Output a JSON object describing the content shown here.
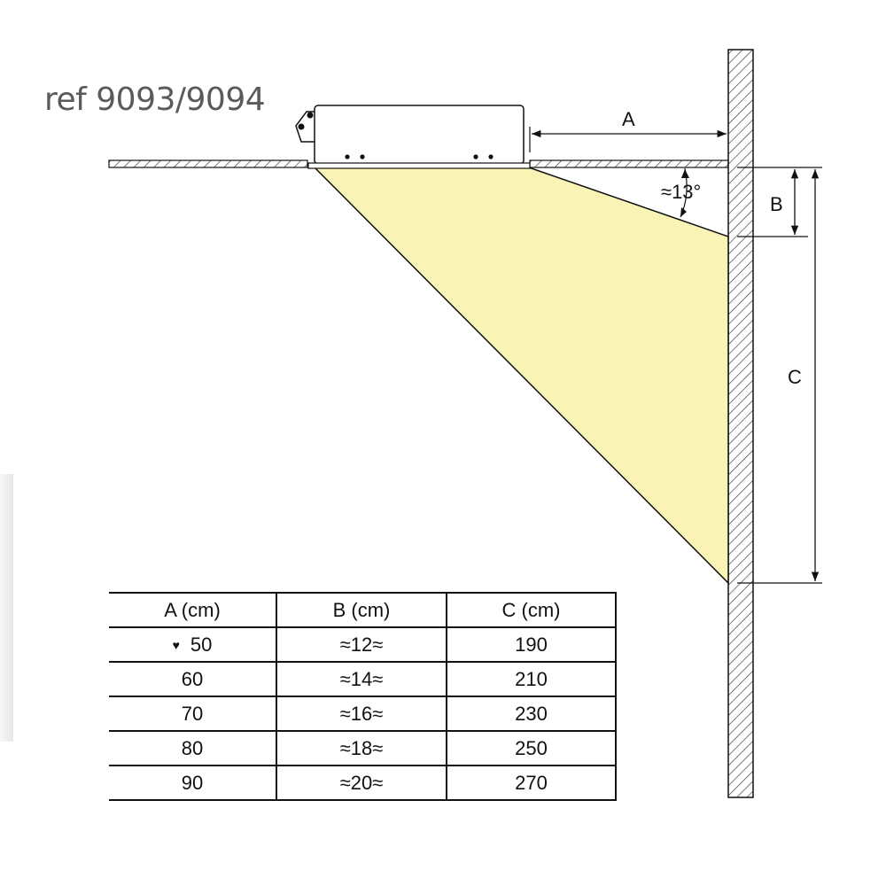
{
  "title": "ref 9093/9094",
  "dimensions": {
    "a": "A",
    "b": "B",
    "c": "C",
    "angle": "≈13°"
  },
  "colors": {
    "beam": "#f9f4b6",
    "line": "#111111"
  },
  "table": {
    "headers": [
      "A (cm)",
      "B (cm)",
      "C (cm)"
    ],
    "marker": "♥",
    "rows": [
      [
        "50",
        "≈12≈",
        "190"
      ],
      [
        "60",
        "≈14≈",
        "210"
      ],
      [
        "70",
        "≈16≈",
        "230"
      ],
      [
        "80",
        "≈18≈",
        "250"
      ],
      [
        "90",
        "≈20≈",
        "270"
      ]
    ]
  }
}
